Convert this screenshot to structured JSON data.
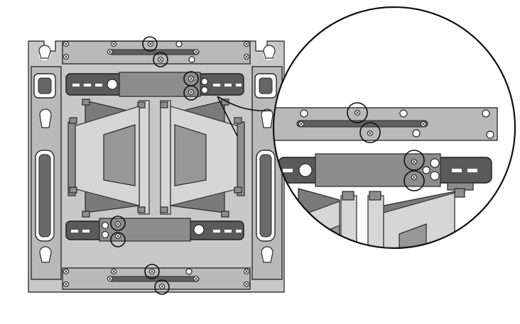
{
  "figure": {
    "colors": {
      "outline": "#2a2a2a",
      "light_metal": "#c8c8c8",
      "dark_metal": "#5a5a5a",
      "highlight_ring": "#111111"
    },
    "callouts": {
      "full_view": [
        "top-rail-upper-screw",
        "top-rail-lower-screw",
        "upper-bracket-screw-1",
        "upper-bracket-screw-2",
        "lower-bracket-screw-1",
        "lower-bracket-screw-2",
        "bottom-rail-upper-screw",
        "bottom-rail-lower-screw"
      ],
      "zoom_view": [
        "rail-upper-screw",
        "rail-lower-screw",
        "bracket-upper-screw",
        "bracket-lower-screw"
      ]
    }
  }
}
